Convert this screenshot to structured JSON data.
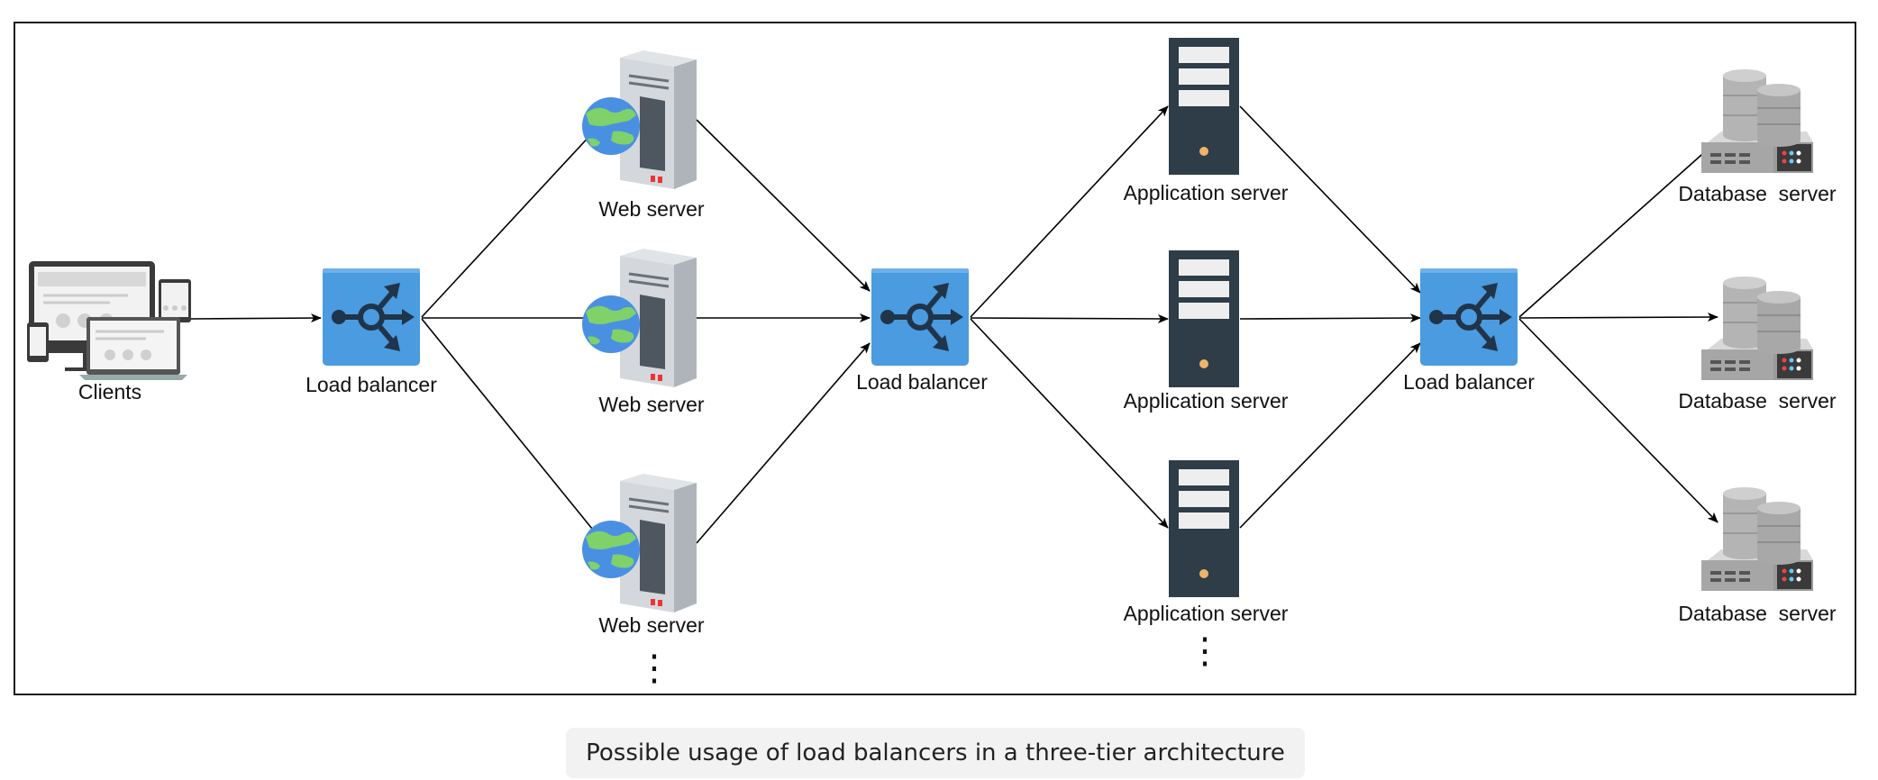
{
  "labels": {
    "clients": "Clients",
    "load_balancer": "Load balancer",
    "web_server": "Web server",
    "application_server": "Application server",
    "database_server": "Database  server",
    "more": "⋮"
  },
  "caption": "Possible usage of load balancers in a three-tier architecture",
  "colors": {
    "load_balancer_fill": "#4a9be0",
    "load_balancer_icon": "#20344a",
    "app_server_body": "#2e3d48",
    "app_server_slot": "#eeeeee",
    "app_server_led": "#f0b468",
    "globe_ocean": "#4a90e2",
    "globe_land": "#7fd16a",
    "web_server_body": "#c9ced4",
    "db_gray": "#a9a9a9",
    "connector": "#000000"
  }
}
